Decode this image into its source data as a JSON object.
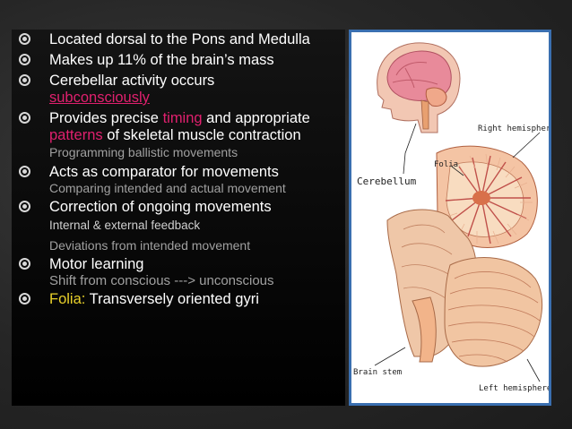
{
  "bullets": [
    {
      "main": "Located dorsal to the Pons and Medulla"
    },
    {
      "main": "Makes up 11% of the brain’s mass"
    },
    {
      "main": "Cerebellar activity occurs",
      "link": "subconsciously"
    },
    {
      "p1": "Provides precise ",
      "timing": "timing",
      "p2": " and appropriate ",
      "patterns": "patterns",
      "p3": " of skeletal muscle contraction",
      "sub": " Programming ballistic movements"
    },
    {
      "main": "Acts as comparator for movements",
      "sub": "Comparing intended and actual movement"
    },
    {
      "main": "Correction of ongoing movements",
      "sub1": " Internal & external feedback",
      "sub2": "Deviations from intended movement"
    },
    {
      "main": "Motor learning",
      "sub": "Shift from conscious ---> unconscious"
    },
    {
      "label": " Folia:",
      "rest": " Transversely oriented gyri"
    }
  ],
  "figure": {
    "right_hemisphere": "Right hemisphere",
    "folia": "Folia",
    "cerebellum": "Cerebellum",
    "brain_stem": "Brain stem",
    "left_hemisphere": "Left hemisphere"
  },
  "colors": {
    "highlight_pink": "#e0206e",
    "highlight_yellow": "#e9d12a",
    "figure_border": "#3a6fb0"
  }
}
